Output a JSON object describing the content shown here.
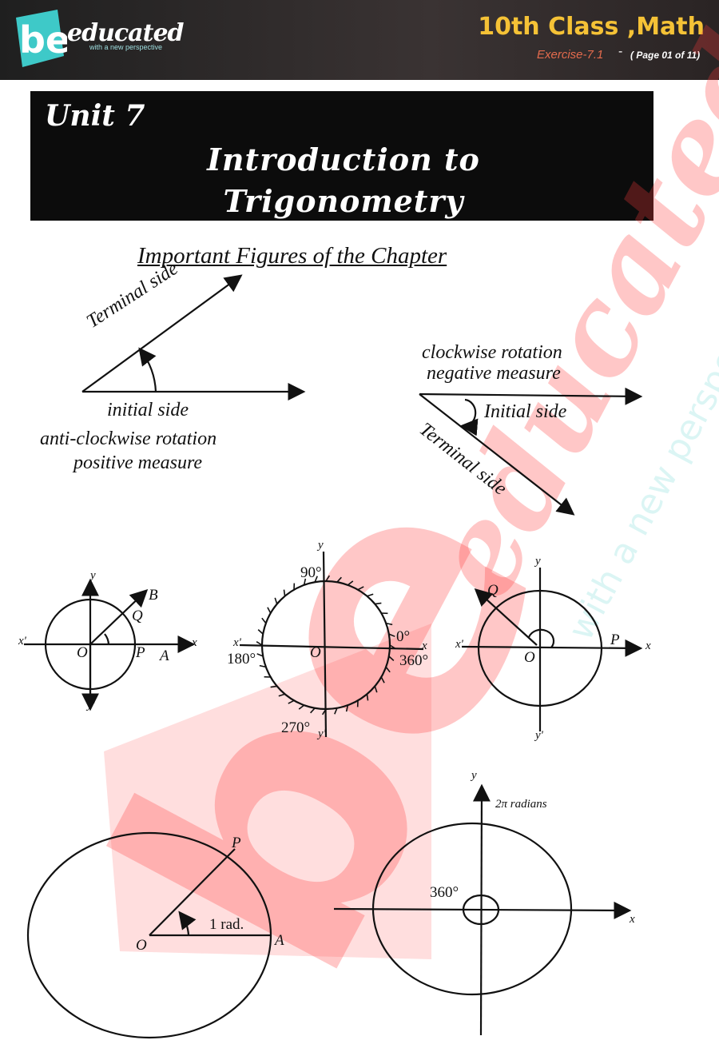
{
  "header": {
    "logo_text": "educated",
    "logo_tagline": "with a new perspective",
    "title": "10th Class ,Math",
    "exercise": "Exercise-7.1",
    "dash": "-",
    "page": "( Page 01 of 11)"
  },
  "unit": {
    "label": "Unit 7",
    "title_line1": "Introduction to",
    "title_line2": "Trigonometry"
  },
  "figures_heading": "Important Figures of the Chapter",
  "fig1": {
    "terminal": "Terminal side",
    "initial": "initial side",
    "caption1": "anti-clockwise rotation",
    "caption2": "positive measure"
  },
  "fig2": {
    "caption1": "clockwise rotation",
    "caption2": "negative measure",
    "initial": "Initial side",
    "terminal": "Terminal side"
  },
  "fig3": {
    "x": "x",
    "xp": "x'",
    "y": "y",
    "yp": "y'",
    "o": "O",
    "p": "P",
    "a": "A",
    "b": "B",
    "q": "Q"
  },
  "fig4": {
    "d90": "90°",
    "d0": "0°",
    "d180": "180°",
    "d360": "360°",
    "d270": "270°",
    "o": "O",
    "x": "x",
    "xp": "x'",
    "y": "y",
    "yp": "y'"
  },
  "fig5": {
    "q": "Q",
    "o": "O",
    "p": "P",
    "x": "x",
    "xp": "x'",
    "y": "y",
    "yp": "y'"
  },
  "fig6": {
    "p": "P",
    "o": "O",
    "a": "A",
    "rad": "1 rad."
  },
  "fig7": {
    "radians": "2π radians",
    "deg": "360°",
    "y": "y",
    "x": "x"
  },
  "colors": {
    "header_bg": "#2d2828",
    "title_yellow": "#f5c236",
    "exercise_red": "#e46b4d",
    "logo_teal": "#3ec9c8",
    "watermark_red": "#ff4d4d"
  }
}
